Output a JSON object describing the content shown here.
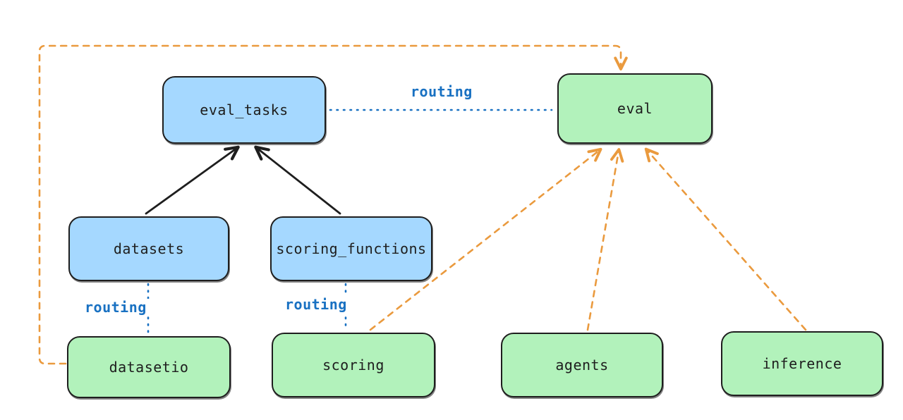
{
  "diagram": {
    "nodes": {
      "eval_tasks": {
        "label": "eval_tasks",
        "fill": "#a5d8ff"
      },
      "eval": {
        "label": "eval",
        "fill": "#b2f2bb"
      },
      "datasets": {
        "label": "datasets",
        "fill": "#a5d8ff"
      },
      "scoring_functions": {
        "label": "scoring_functions",
        "fill": "#a5d8ff"
      },
      "datasetio": {
        "label": "datasetio",
        "fill": "#b2f2bb"
      },
      "scoring": {
        "label": "scoring",
        "fill": "#b2f2bb"
      },
      "agents": {
        "label": "agents",
        "fill": "#b2f2bb"
      },
      "inference": {
        "label": "inference",
        "fill": "#b2f2bb"
      }
    },
    "edge_labels": {
      "top": "routing",
      "datasets": "routing",
      "scoring": "routing"
    },
    "edges": [
      {
        "from": "datasets",
        "to": "eval_tasks",
        "style": "solid-arrow",
        "color": "#1e1e1e"
      },
      {
        "from": "scoring_functions",
        "to": "eval_tasks",
        "style": "solid-arrow",
        "color": "#1e1e1e"
      },
      {
        "from": "eval_tasks",
        "to": "eval",
        "style": "dotted-line",
        "color": "#1971c2",
        "label": "routing"
      },
      {
        "from": "datasets",
        "to": "datasetio",
        "style": "dotted-line",
        "color": "#1971c2",
        "label": "routing"
      },
      {
        "from": "scoring_functions",
        "to": "scoring",
        "style": "dotted-line",
        "color": "#1971c2",
        "label": "routing"
      },
      {
        "from": "scoring",
        "to": "eval",
        "style": "dashed-arrow",
        "color": "#ea9a3e"
      },
      {
        "from": "agents",
        "to": "eval",
        "style": "dashed-arrow",
        "color": "#ea9a3e"
      },
      {
        "from": "inference",
        "to": "eval",
        "style": "dashed-arrow",
        "color": "#ea9a3e"
      },
      {
        "from": "datasetio",
        "to": "eval",
        "style": "dashed-arrow",
        "color": "#ea9a3e",
        "route": "left-and-over-top"
      }
    ],
    "colors": {
      "blue_fill": "#a5d8ff",
      "green_fill": "#b2f2bb",
      "stroke": "#1e1e1e",
      "routing_blue": "#1971c2",
      "orange": "#ea9a3e",
      "background": "#ffffff"
    }
  }
}
